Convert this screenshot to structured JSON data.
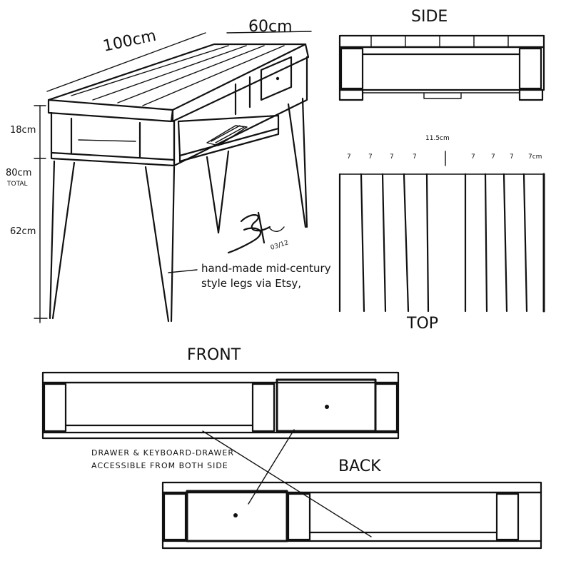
{
  "views": {
    "side": "SIDE",
    "top": "TOP",
    "front": "FRONT",
    "back": "BACK"
  },
  "dimensions": {
    "length": "100cm",
    "depth": "60cm",
    "apron": "18cm",
    "total": "80cm",
    "total_note": "TOTAL",
    "leg": "62cm",
    "board_width": "11.5cm",
    "board_marks": [
      "7",
      "7",
      "7",
      "7",
      "7",
      "7",
      "7",
      "7cm"
    ]
  },
  "notes": {
    "legs_line1": "hand-made mid-century",
    "legs_line2": "style legs via Etsy,",
    "drawer_line1": "DRAWER & KEYBOARD-DRAWER",
    "drawer_line2": "ACCESSIBLE FROM BOTH SIDE"
  },
  "signature": {
    "date": "03/12"
  }
}
